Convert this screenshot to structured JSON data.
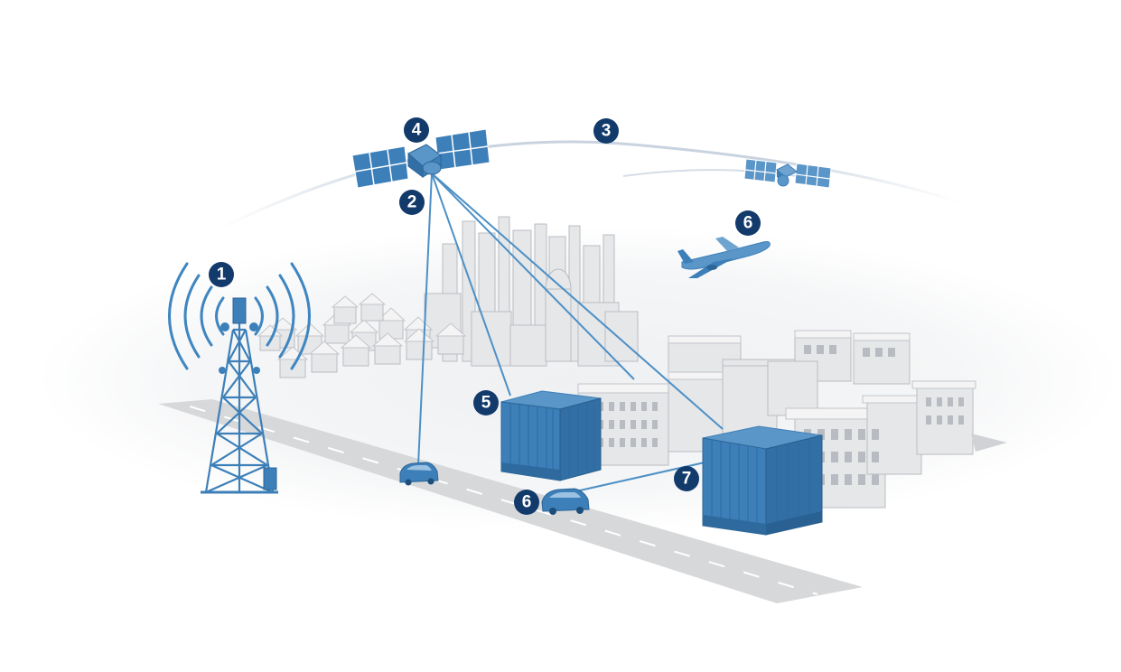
{
  "badges": [
    {
      "label": "1"
    },
    {
      "label": "2"
    },
    {
      "label": "3"
    },
    {
      "label": "4"
    },
    {
      "label": "5"
    },
    {
      "label": "6"
    },
    {
      "label": "6"
    },
    {
      "label": "7"
    }
  ],
  "colors": {
    "badge": "#123a6b",
    "accent_blue": "#3d7fb8",
    "signal": "#4d90c6",
    "road": "#d7d8da",
    "building_grey": "#e6e7e9"
  },
  "icons": [
    "cell-tower-icon",
    "satellite-icon",
    "airplane-icon",
    "car-icon",
    "building-icon"
  ]
}
